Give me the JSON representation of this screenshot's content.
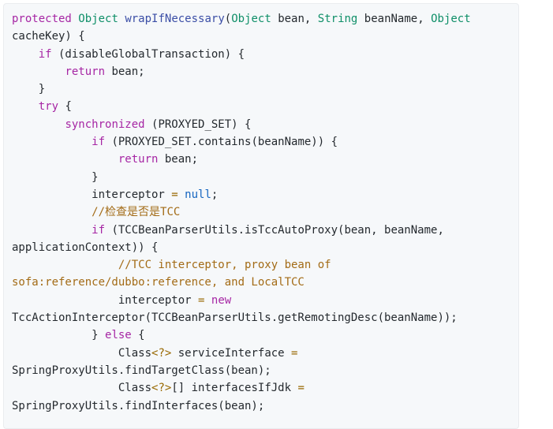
{
  "code_block": {
    "lines": [
      [
        [
          "kw",
          "protected"
        ],
        [
          "",
          " "
        ],
        [
          "ty",
          "Object"
        ],
        [
          "",
          " "
        ],
        [
          "fn",
          "wrapIfNecessary"
        ],
        [
          "",
          "("
        ],
        [
          "ty",
          "Object"
        ],
        [
          "",
          " bean, "
        ],
        [
          "ty",
          "String"
        ],
        [
          "",
          " beanName, "
        ],
        [
          "ty",
          "Object"
        ]
      ],
      [
        [
          "",
          "cacheKey) {"
        ]
      ],
      [
        [
          "",
          "    "
        ],
        [
          "kw",
          "if"
        ],
        [
          "",
          " (disableGlobalTransaction) {"
        ]
      ],
      [
        [
          "",
          "        "
        ],
        [
          "kw",
          "return"
        ],
        [
          "",
          " bean;"
        ]
      ],
      [
        [
          "",
          "    }"
        ]
      ],
      [
        [
          "",
          "    "
        ],
        [
          "kw",
          "try"
        ],
        [
          "",
          " {"
        ]
      ],
      [
        [
          "",
          "        "
        ],
        [
          "kw",
          "synchronized"
        ],
        [
          "",
          " (PROXYED_SET) {"
        ]
      ],
      [
        [
          "",
          "            "
        ],
        [
          "kw",
          "if"
        ],
        [
          "",
          " (PROXYED_SET.contains(beanName)) {"
        ]
      ],
      [
        [
          "",
          "                "
        ],
        [
          "kw",
          "return"
        ],
        [
          "",
          " bean;"
        ]
      ],
      [
        [
          "",
          "            }"
        ]
      ],
      [
        [
          "",
          "            interceptor "
        ],
        [
          "op",
          "="
        ],
        [
          "",
          " "
        ],
        [
          "nu",
          "null"
        ],
        [
          "",
          ";"
        ]
      ],
      [
        [
          "",
          "            "
        ],
        [
          "cm",
          "//检查是否是TCC"
        ]
      ],
      [
        [
          "",
          "            "
        ],
        [
          "kw",
          "if"
        ],
        [
          "",
          " (TCCBeanParserUtils.isTccAutoProxy(bean, beanName,"
        ]
      ],
      [
        [
          "",
          "applicationContext)) {"
        ]
      ],
      [
        [
          "",
          "                "
        ],
        [
          "cm",
          "//TCC interceptor, proxy bean of"
        ]
      ],
      [
        [
          "cm",
          "sofa:reference/dubbo:reference, and LocalTCC"
        ]
      ],
      [
        [
          "",
          "                interceptor "
        ],
        [
          "op",
          "="
        ],
        [
          "",
          " "
        ],
        [
          "kw",
          "new"
        ]
      ],
      [
        [
          "",
          "TccActionInterceptor(TCCBeanParserUtils.getRemotingDesc(beanName));"
        ]
      ],
      [
        [
          "",
          "            } "
        ],
        [
          "kw",
          "else"
        ],
        [
          "",
          " {"
        ]
      ],
      [
        [
          "",
          "                Class"
        ],
        [
          "op",
          "<?>"
        ],
        [
          "",
          " serviceInterface "
        ],
        [
          "op",
          "="
        ]
      ],
      [
        [
          "",
          "SpringProxyUtils.findTargetClass(bean);"
        ]
      ],
      [
        [
          "",
          "                Class"
        ],
        [
          "op",
          "<?>"
        ],
        [
          "",
          "[] interfacesIfJdk "
        ],
        [
          "op",
          "="
        ]
      ],
      [
        [
          "",
          "SpringProxyUtils.findInterfaces(bean);"
        ]
      ]
    ]
  }
}
